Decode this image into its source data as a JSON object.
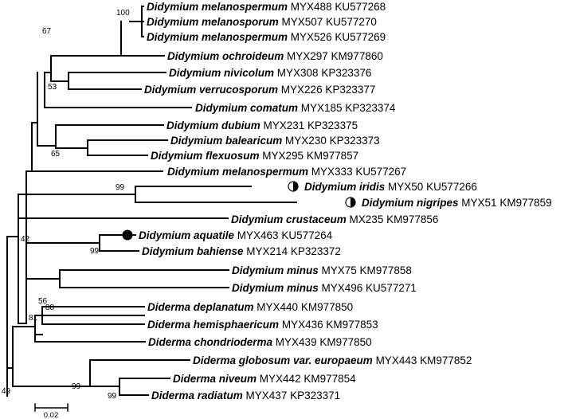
{
  "taxa": [
    {
      "name": "Didymium melanospermum",
      "voucher": "MYX488",
      "accession": "KU577268"
    },
    {
      "name": "Didymium melanosporum",
      "voucher": "MYX507",
      "accession": "KU577270"
    },
    {
      "name": "Didymium melanospermum",
      "voucher": "MYX526",
      "accession": "KU577269"
    },
    {
      "name": "Didymium ochroideum",
      "voucher": "MYX297",
      "accession": "KM977860"
    },
    {
      "name": "Didymium nivicolum",
      "voucher": "MYX308",
      "accession": "KP323376"
    },
    {
      "name": "Didymium verrucosporum",
      "voucher": "MYX226",
      "accession": "KP323377"
    },
    {
      "name": "Didymium comatum",
      "voucher": "MYX185",
      "accession": "KP323374"
    },
    {
      "name": "Didymium dubium",
      "voucher": "MYX231",
      "accession": "KP323375"
    },
    {
      "name": "Didymium balearicum",
      "voucher": "MYX230",
      "accession": "KP323373"
    },
    {
      "name": "Didymium flexuosum",
      "voucher": "MYX295",
      "accession": "KM977857"
    },
    {
      "name": "Didymium melanospermum",
      "voucher": "MYX333",
      "accession": "KU577267"
    },
    {
      "name": "Didymium iridis",
      "voucher": "MYX50",
      "accession": "KU577266",
      "marker": "half"
    },
    {
      "name": "Didymium nigripes",
      "voucher": "MYX51",
      "accession": "KM977859",
      "marker": "half"
    },
    {
      "name": "Didymium crustaceum",
      "voucher": "MX235",
      "accession": "KM977856"
    },
    {
      "name": "Didymium aquatile",
      "voucher": "MYX463",
      "accession": "KU577264",
      "marker": "full"
    },
    {
      "name": "Didymium bahiense",
      "voucher": "MYX214",
      "accession": "KP323372"
    },
    {
      "name": "Didymium minus",
      "voucher": "MYX75",
      "accession": "KM977858"
    },
    {
      "name": "Didymium minus",
      "voucher": "MYX496",
      "accession": "KU577271"
    },
    {
      "name": "Diderma deplanatum",
      "voucher": "MYX440",
      "accession": "KM977850"
    },
    {
      "name": "Diderma hemisphaericum",
      "voucher": "MYX436",
      "accession": "KM977853"
    },
    {
      "name": "Diderma chondrioderma",
      "voucher": "MYX439",
      "accession": "KM977850"
    },
    {
      "name": "Diderma globosum var. europaeum",
      "voucher": "MYX443",
      "accession": "KM977852"
    },
    {
      "name": "Diderma niveum",
      "voucher": "MYX442",
      "accession": "KM977854"
    },
    {
      "name": "Diderma radiatum",
      "voucher": "MYX437",
      "accession": "KP323371"
    }
  ],
  "bootstrap": [
    "100",
    "67",
    "53",
    "65",
    "99",
    "42",
    "99",
    "88",
    "56",
    "81",
    "49",
    "99",
    "99"
  ],
  "scale_bar": {
    "label": "0.02"
  }
}
